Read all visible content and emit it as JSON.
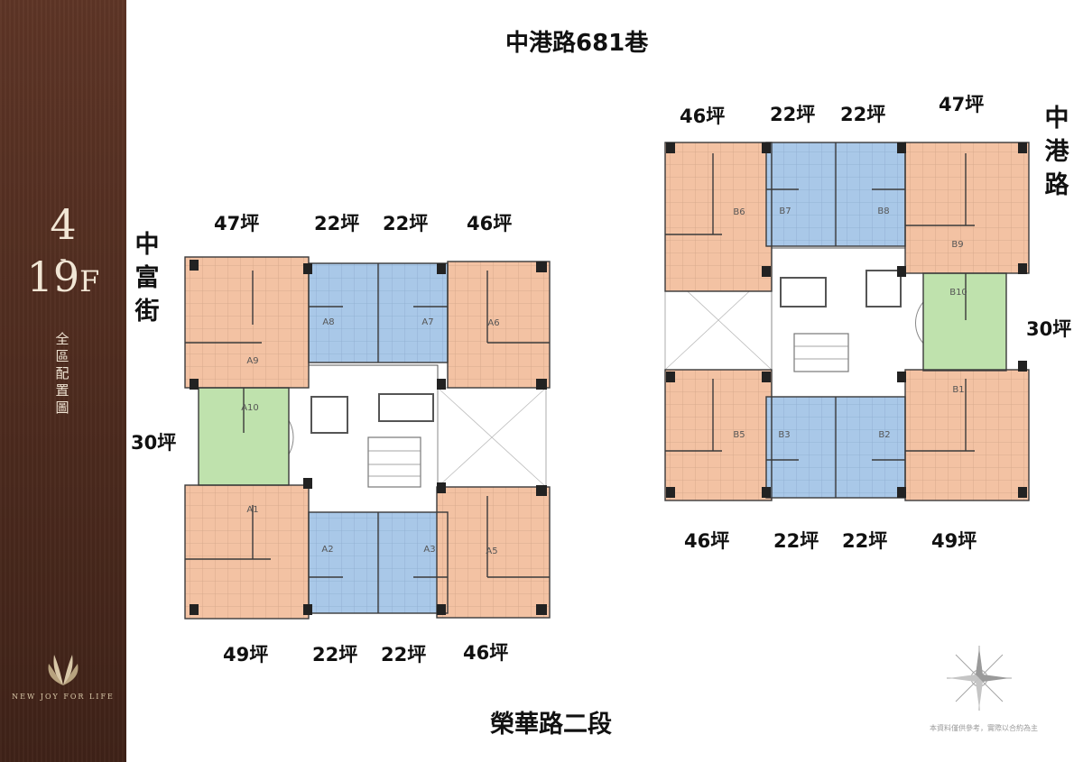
{
  "sidebar": {
    "floor_from": "4",
    "floor_dash": "-",
    "floor_to": "19",
    "floor_suffix": "F",
    "caption": [
      "全",
      "區",
      "配",
      "置",
      "圖"
    ],
    "slogan": "NEW JOY FOR LIFE"
  },
  "streets": {
    "top": "中港路681巷",
    "bottom": "榮華路二段",
    "left": [
      "中",
      "富",
      "街"
    ],
    "right": [
      "中",
      "港",
      "路"
    ]
  },
  "colors": {
    "sidebar": "#4c2a1e",
    "unit_large": "#f3c2a3",
    "unit_small": "#a9c8e8",
    "unit_mid": "#bfe2ad",
    "core": "#ffffff"
  },
  "building_a": {
    "units": [
      {
        "id": "A1",
        "area": "49坪",
        "kind": "large"
      },
      {
        "id": "A2",
        "area": "22坪",
        "kind": "small"
      },
      {
        "id": "A3",
        "area": "22坪",
        "kind": "small"
      },
      {
        "id": "A5",
        "area": "46坪",
        "kind": "large"
      },
      {
        "id": "A6",
        "area": "46坪",
        "kind": "large"
      },
      {
        "id": "A7",
        "area": "22坪",
        "kind": "small"
      },
      {
        "id": "A8",
        "area": "22坪",
        "kind": "small"
      },
      {
        "id": "A9",
        "area": "47坪",
        "kind": "large"
      },
      {
        "id": "A10",
        "area": "30坪",
        "kind": "mid"
      }
    ]
  },
  "building_b": {
    "units": [
      {
        "id": "B1",
        "area": "49坪",
        "kind": "large"
      },
      {
        "id": "B2",
        "area": "22坪",
        "kind": "small"
      },
      {
        "id": "B3",
        "area": "22坪",
        "kind": "small"
      },
      {
        "id": "B5",
        "area": "46坪",
        "kind": "large"
      },
      {
        "id": "B6",
        "area": "46坪",
        "kind": "large"
      },
      {
        "id": "B7",
        "area": "22坪",
        "kind": "small"
      },
      {
        "id": "B8",
        "area": "22坪",
        "kind": "small"
      },
      {
        "id": "B9",
        "area": "47坪",
        "kind": "large"
      },
      {
        "id": "B10",
        "area": "30坪",
        "kind": "mid"
      }
    ]
  },
  "disclaimer": "本資料僅供參考，實際以合約為主"
}
